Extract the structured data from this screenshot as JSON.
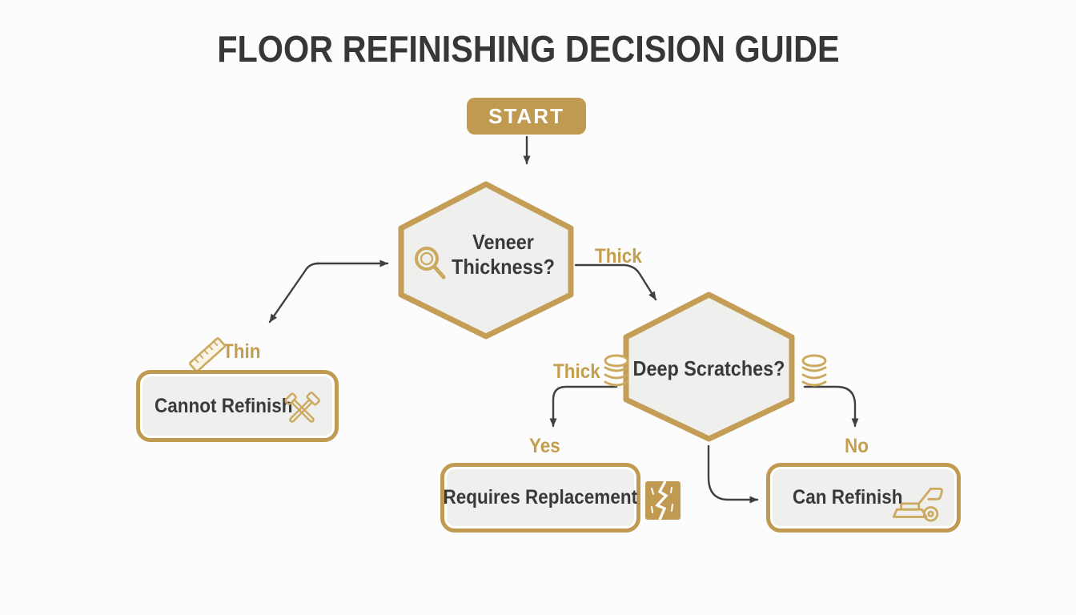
{
  "title": "FLOOR REFINISHING DECISION GUIDE",
  "colors": {
    "gold_accent": "#c19a52",
    "gold_icon": "#cba95f",
    "gold_label_text": "#c49e4f",
    "node_fill": "#efefed",
    "dark_text": "#39393b",
    "arrow": "#404040",
    "background": "#fcfcfc",
    "start_text": "#ffffff"
  },
  "nodes": {
    "start": {
      "label": "START"
    },
    "veneer_thickness": {
      "line1": "Veneer",
      "line2": "Thickness?",
      "icon": "magnifier-icon"
    },
    "deep_scratches": {
      "label": "Deep Scratches?",
      "icon_left": "coins-icon",
      "icon_right": "coins-icon"
    },
    "cannot_refinish": {
      "label": "Cannot Refinish",
      "icon": "crossed-tools-icon"
    },
    "requires_replacement": {
      "label": "Requires Replacement",
      "icon": "broken-plank-icon"
    },
    "can_refinish": {
      "label": "Can Refinish",
      "icon": "floor-sander-icon"
    }
  },
  "edges": {
    "thin_label": "Thin",
    "thin_icon": "ruler-icon",
    "thick_right_label": "Thick",
    "thick_left_label": "Thick",
    "yes_label": "Yes",
    "no_label": "No"
  }
}
